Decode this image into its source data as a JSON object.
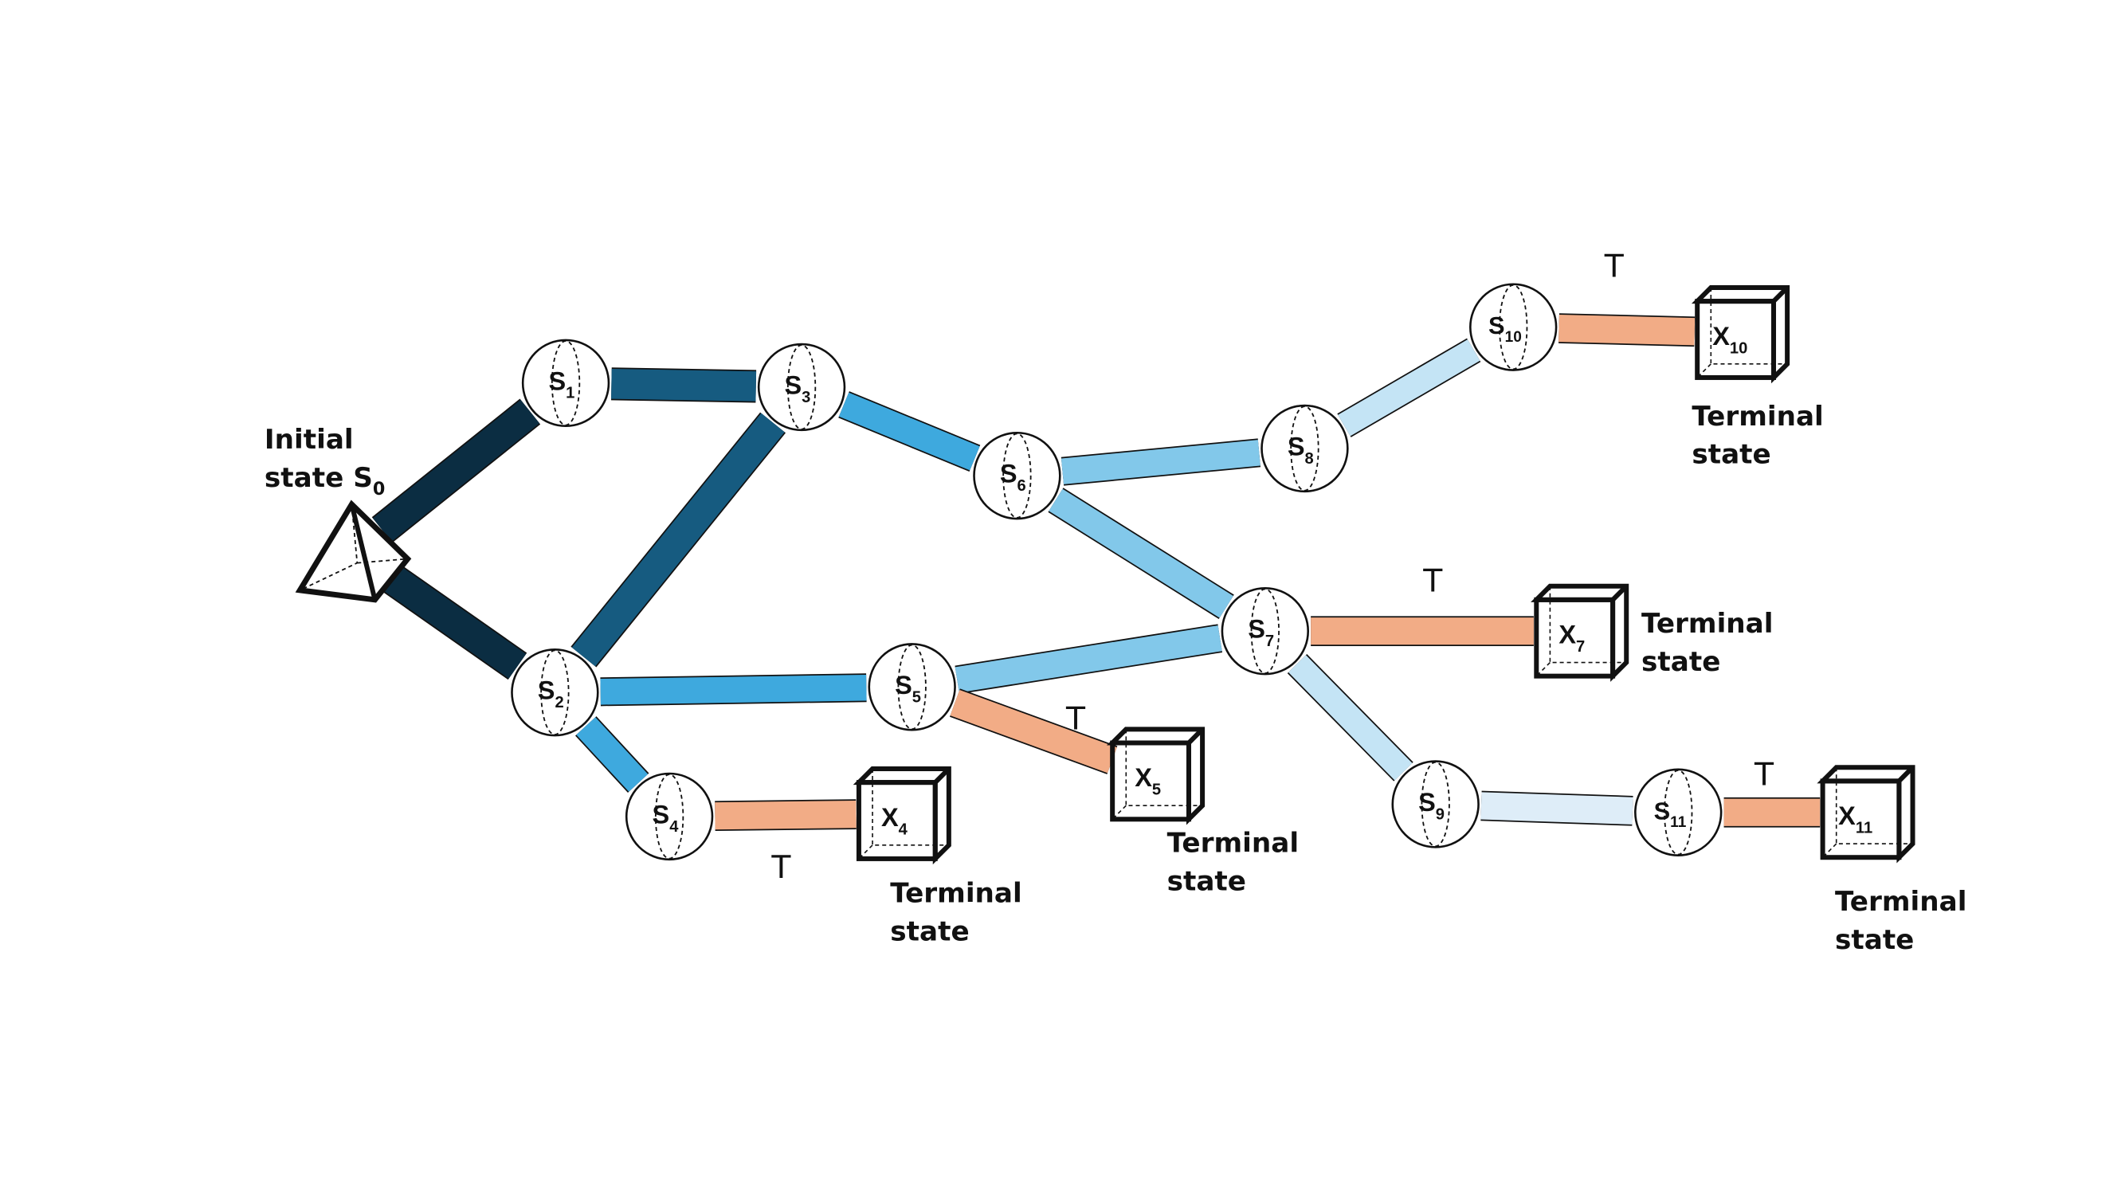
{
  "initial": {
    "line1": "Initial",
    "line2": "state S",
    "sub": "0"
  },
  "colors": {
    "level0": "#0b2d42",
    "level1": "#165b80",
    "level2": "#3ea9de",
    "level3": "#82c8ea",
    "level4": "#c4e4f5",
    "level5": "#deedf8",
    "terminal_edge": "#f2ac86",
    "outline": "#111111"
  },
  "nodes": [
    {
      "id": "s1",
      "letter": "S",
      "sub": "1"
    },
    {
      "id": "s2",
      "letter": "S",
      "sub": "2"
    },
    {
      "id": "s3",
      "letter": "S",
      "sub": "3"
    },
    {
      "id": "s4",
      "letter": "S",
      "sub": "4"
    },
    {
      "id": "s5",
      "letter": "S",
      "sub": "5"
    },
    {
      "id": "s6",
      "letter": "S",
      "sub": "6"
    },
    {
      "id": "s7",
      "letter": "S",
      "sub": "7"
    },
    {
      "id": "s8",
      "letter": "S",
      "sub": "8"
    },
    {
      "id": "s9",
      "letter": "S",
      "sub": "9"
    },
    {
      "id": "s10",
      "letter": "S",
      "sub": "10"
    },
    {
      "id": "s11",
      "letter": "S",
      "sub": "11"
    }
  ],
  "terminals": [
    {
      "id": "x4",
      "letter": "X",
      "sub": "4",
      "caption1": "Terminal",
      "caption2": "state",
      "edge_label": "T"
    },
    {
      "id": "x5",
      "letter": "X",
      "sub": "5",
      "caption1": "Terminal",
      "caption2": "state",
      "edge_label": "T"
    },
    {
      "id": "x7",
      "letter": "X",
      "sub": "7",
      "caption1": "Terminal",
      "caption2": "state",
      "edge_label": "T"
    },
    {
      "id": "x10",
      "letter": "X",
      "sub": "10",
      "caption1": "Terminal",
      "caption2": "state",
      "edge_label": "T"
    },
    {
      "id": "x11",
      "letter": "X",
      "sub": "11",
      "caption1": "Terminal",
      "caption2": "state",
      "edge_label": "T"
    }
  ],
  "edges": [
    {
      "from": "s0",
      "to": "s1",
      "color": "level0"
    },
    {
      "from": "s0",
      "to": "s2",
      "color": "level0"
    },
    {
      "from": "s1",
      "to": "s3",
      "color": "level1"
    },
    {
      "from": "s2",
      "to": "s3",
      "color": "level1"
    },
    {
      "from": "s3",
      "to": "s6",
      "color": "level2"
    },
    {
      "from": "s2",
      "to": "s5",
      "color": "level2"
    },
    {
      "from": "s2",
      "to": "s4",
      "color": "level2"
    },
    {
      "from": "s6",
      "to": "s8",
      "color": "level3"
    },
    {
      "from": "s6",
      "to": "s7",
      "color": "level3"
    },
    {
      "from": "s5",
      "to": "s7",
      "color": "level3"
    },
    {
      "from": "s8",
      "to": "s10",
      "color": "level4"
    },
    {
      "from": "s7",
      "to": "s9",
      "color": "level4"
    },
    {
      "from": "s9",
      "to": "s11",
      "color": "level5"
    },
    {
      "from": "s4",
      "to": "x4",
      "color": "terminal_edge"
    },
    {
      "from": "s5",
      "to": "x5",
      "color": "terminal_edge"
    },
    {
      "from": "s7",
      "to": "x7",
      "color": "terminal_edge"
    },
    {
      "from": "s10",
      "to": "x10",
      "color": "terminal_edge"
    },
    {
      "from": "s11",
      "to": "x11",
      "color": "terminal_edge"
    }
  ]
}
